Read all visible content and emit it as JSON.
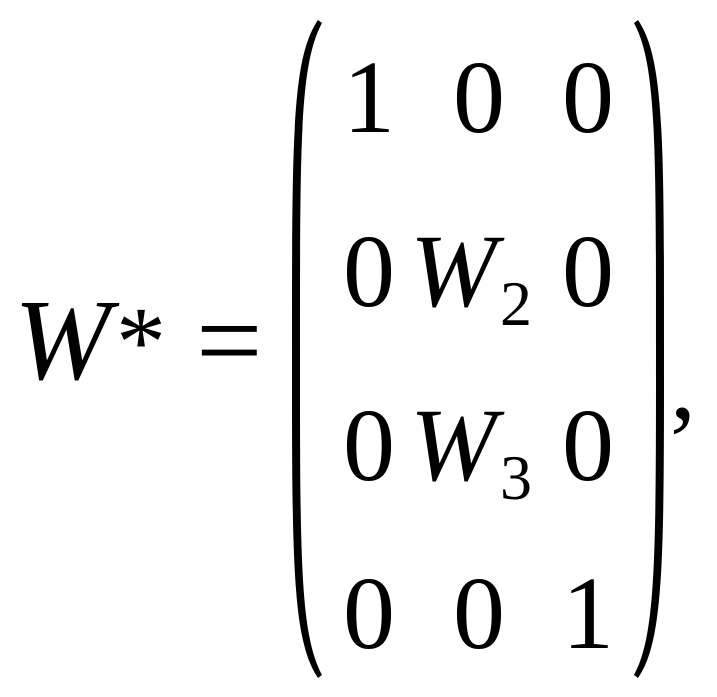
{
  "equation": {
    "lhs_symbol": "W",
    "lhs_superscript": "*",
    "relation": "=",
    "trailing_punctuation": ",",
    "matrix": {
      "rows": [
        [
          {
            "text": "1"
          },
          {
            "text": "0"
          },
          {
            "text": "0"
          }
        ],
        [
          {
            "text": "0"
          },
          {
            "symbol": "W",
            "subscript": "2"
          },
          {
            "text": "0"
          }
        ],
        [
          {
            "text": "0"
          },
          {
            "symbol": "W",
            "subscript": "3"
          },
          {
            "text": "0"
          }
        ],
        [
          {
            "text": "0"
          },
          {
            "text": "0"
          },
          {
            "text": "1"
          }
        ]
      ]
    }
  }
}
